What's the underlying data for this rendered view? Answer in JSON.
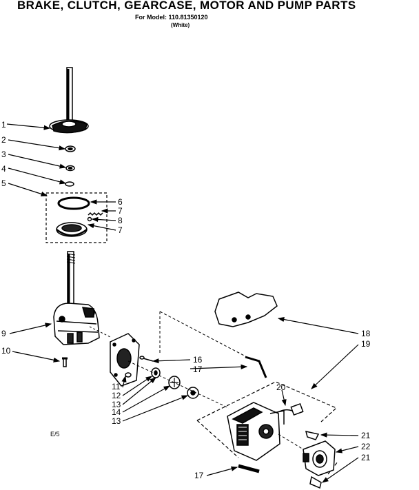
{
  "header": {
    "title": "BRAKE, CLUTCH, GEARCASE, MOTOR AND PUMP PARTS",
    "model_line": "For Model: 110.81350120",
    "color_line": "(White)"
  },
  "page_code": "E/5",
  "callouts": {
    "c1": "1",
    "c2": "2",
    "c3": "3",
    "c4": "4",
    "c5": "5",
    "c6": "6",
    "c7a": "7",
    "c8": "8",
    "c7b": "7",
    "c9": "9",
    "c10": "10",
    "c11": "11",
    "c12": "12",
    "c13a": "13",
    "c14": "14",
    "c13b": "13",
    "c16": "16",
    "c17a": "17",
    "c17b": "17",
    "c18": "18",
    "c19": "19",
    "c20": "20",
    "c21a": "21",
    "c22": "22",
    "c21b": "21"
  }
}
